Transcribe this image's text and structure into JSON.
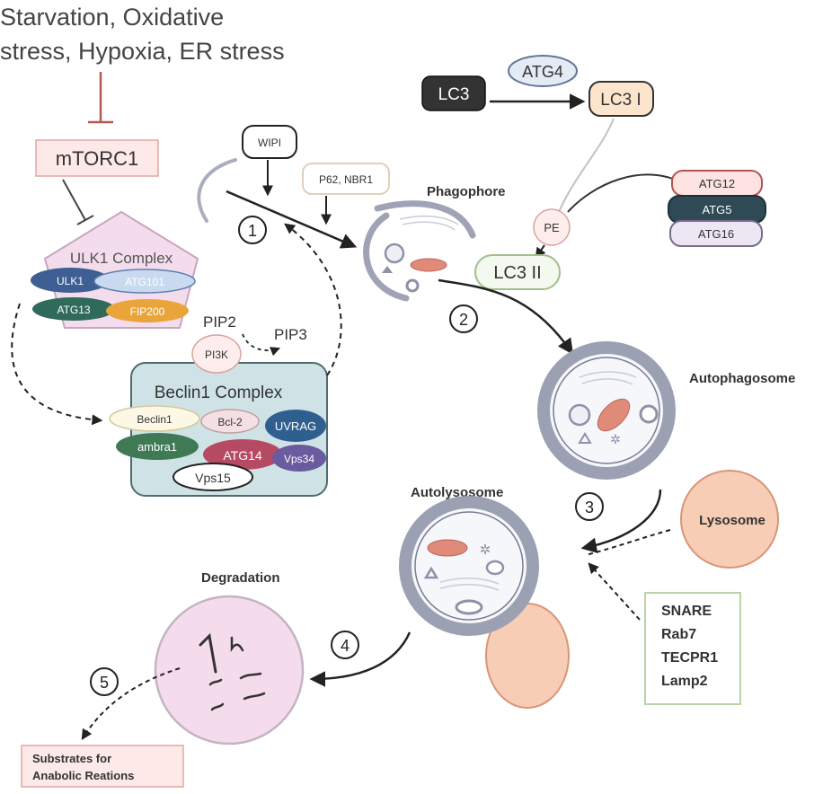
{
  "stress_text": {
    "line1": "Starvation, Oxidative",
    "line2": "stress, Hypoxia, ER stress"
  },
  "mtorc1": "mTORC1",
  "ulk1_complex": {
    "title": "ULK1 Complex",
    "ulk1": "ULK1",
    "atg101": "ATG101",
    "atg13": "ATG13",
    "fip200": "FIP200"
  },
  "pip2": "PIP2",
  "pip3": "PIP3",
  "pi3k": "PI3K",
  "beclin1_complex": {
    "title": "Beclin1 Complex",
    "beclin1": "Beclin1",
    "bcl2": "Bcl-2",
    "uvrag": "UVRAG",
    "ambra1": "ambra1",
    "atg14": "ATG14",
    "vps34": "Vps34",
    "vps15": "Vps15"
  },
  "wipi": "WIPI",
  "p62_nbr1": "P62, NBR1",
  "phagophore": "Phagophore",
  "lc3_system": {
    "lc3": "LC3",
    "atg4": "ATG4",
    "lc3_i": "LC3 I",
    "pe": "PE",
    "lc3_ii": "LC3 II",
    "atg12": "ATG12",
    "atg5": "ATG5",
    "atg16": "ATG16"
  },
  "autophagosome": "Autophagosome",
  "autolysosome": "Autolysosome",
  "lysosome": "Lysosome",
  "fusion_factors": [
    "SNARE",
    "Rab7",
    "TECPR1",
    "Lamp2"
  ],
  "degradation": "Degradation",
  "substrates": {
    "line1": "Substrates for",
    "line2": "Anabolic Reations"
  },
  "steps": [
    "1",
    "2",
    "3",
    "4",
    "5"
  ]
}
